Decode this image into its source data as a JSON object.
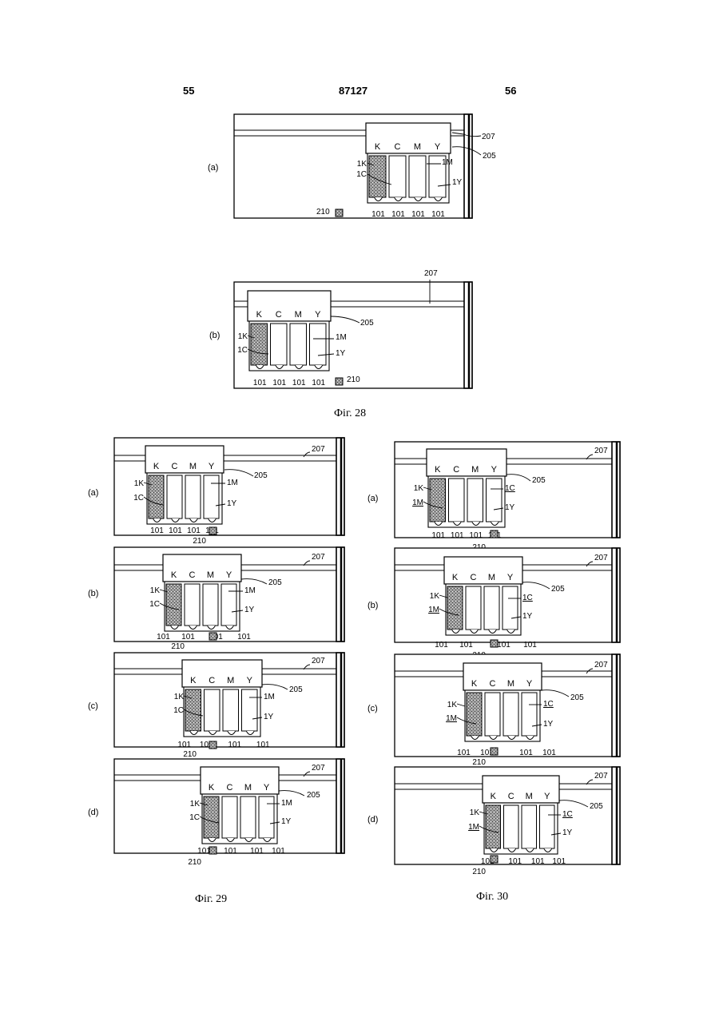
{
  "header": {
    "page_left": "55",
    "patent_number": "87127",
    "page_right": "56"
  },
  "colors": {
    "ink": "#000000",
    "background": "#ffffff",
    "frame_tint": "#f2f2f2",
    "hatch": "#808080"
  },
  "labels": {
    "K": "K",
    "C": "C",
    "M": "M",
    "Y": "Y",
    "n101": "101",
    "n205": "205",
    "n207": "207",
    "n210": "210",
    "n1K": "1K",
    "n1C": "1C",
    "n1M": "1M",
    "n1Y": "1Y"
  },
  "fig28": {
    "caption": "Фіг. 28",
    "panels": [
      {
        "tag": "(a)"
      },
      {
        "tag": "(b)"
      }
    ]
  },
  "fig29": {
    "caption": "Фіг. 29",
    "panels": [
      {
        "tag": "(a)"
      },
      {
        "tag": "(b)"
      },
      {
        "tag": "(c)"
      },
      {
        "tag": "(d)"
      }
    ]
  },
  "fig30": {
    "caption": "Фіг. 30",
    "panels": [
      {
        "tag": "(a)"
      },
      {
        "tag": "(b)"
      },
      {
        "tag": "(c)"
      },
      {
        "tag": "(d)"
      }
    ]
  }
}
